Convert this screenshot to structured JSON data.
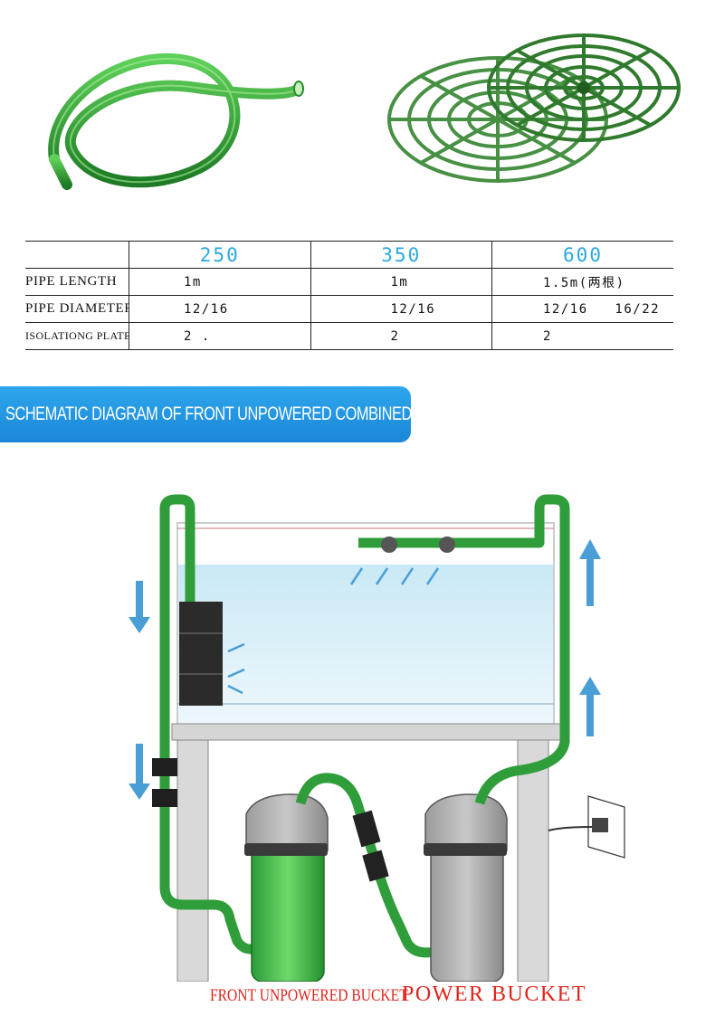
{
  "spec_table": {
    "models": [
      "250",
      "350",
      "600"
    ],
    "rows": [
      {
        "label": "PIPE LENGTH",
        "values": [
          "1m",
          "1m",
          "1.5m(两根)"
        ]
      },
      {
        "label": "PIPE DIAMETER",
        "values": [
          "12/16",
          "12/16",
          "12/16   16/22"
        ]
      },
      {
        "label": "ISOLATIONG PLATE",
        "values": [
          "2 .",
          "2",
          "2"
        ]
      }
    ]
  },
  "banner": {
    "title": "SCHEMATIC DIAGRAM OF FRONT UNPOWERED COMBINED USE"
  },
  "diagram": {
    "front_label": "FRONT UNPOWERED BUCKET",
    "power_label": "POWER BUCKET"
  },
  "colors": {
    "pipe_green": "#2f9e3a",
    "accent_blue": "#2aa8e0",
    "label_red": "#e0241d"
  },
  "icons": [
    "green-hose-icon",
    "isolation-plate-icon",
    "flow-arrow-icon",
    "wall-socket-icon"
  ]
}
